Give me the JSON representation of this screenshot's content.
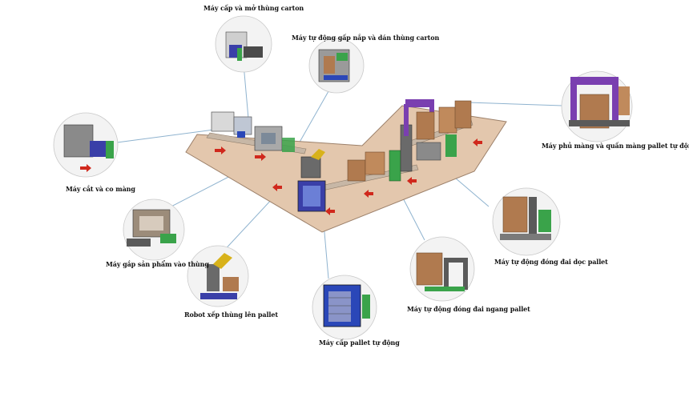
{
  "colors": {
    "floor": "#e3c7ad",
    "floor_edge": "#9c806a",
    "callout_ring": "#f3f3f3",
    "connector": "#8fb3cf",
    "frame_blue": "#2a47b8",
    "frame_green": "#3aa34a",
    "frame_purple": "#7a3fb0",
    "box_brown": "#b07a4f",
    "arrow_red": "#d0281c"
  },
  "labels": {
    "carton_erector": "Máy cấp và mở thùng carton",
    "carton_sealer": "Máy tự động gấp nắp và dán thùng carton",
    "stretch_wrapper": "Máy phủ màng và quấn màng pallet tự động",
    "shrink_wrapper": "Máy cắt và co màng",
    "vertical_strapper": "Máy tự động đóng đai dọc pallet",
    "case_packer": "Máy gắp sản phẩm vào thùng",
    "horizontal_strapper": "Máy tự động đóng đai ngang pallet",
    "palletizing_robot": "Robot xếp thùng lên pallet",
    "pallet_dispenser": "Máy cấp pallet tự động"
  }
}
